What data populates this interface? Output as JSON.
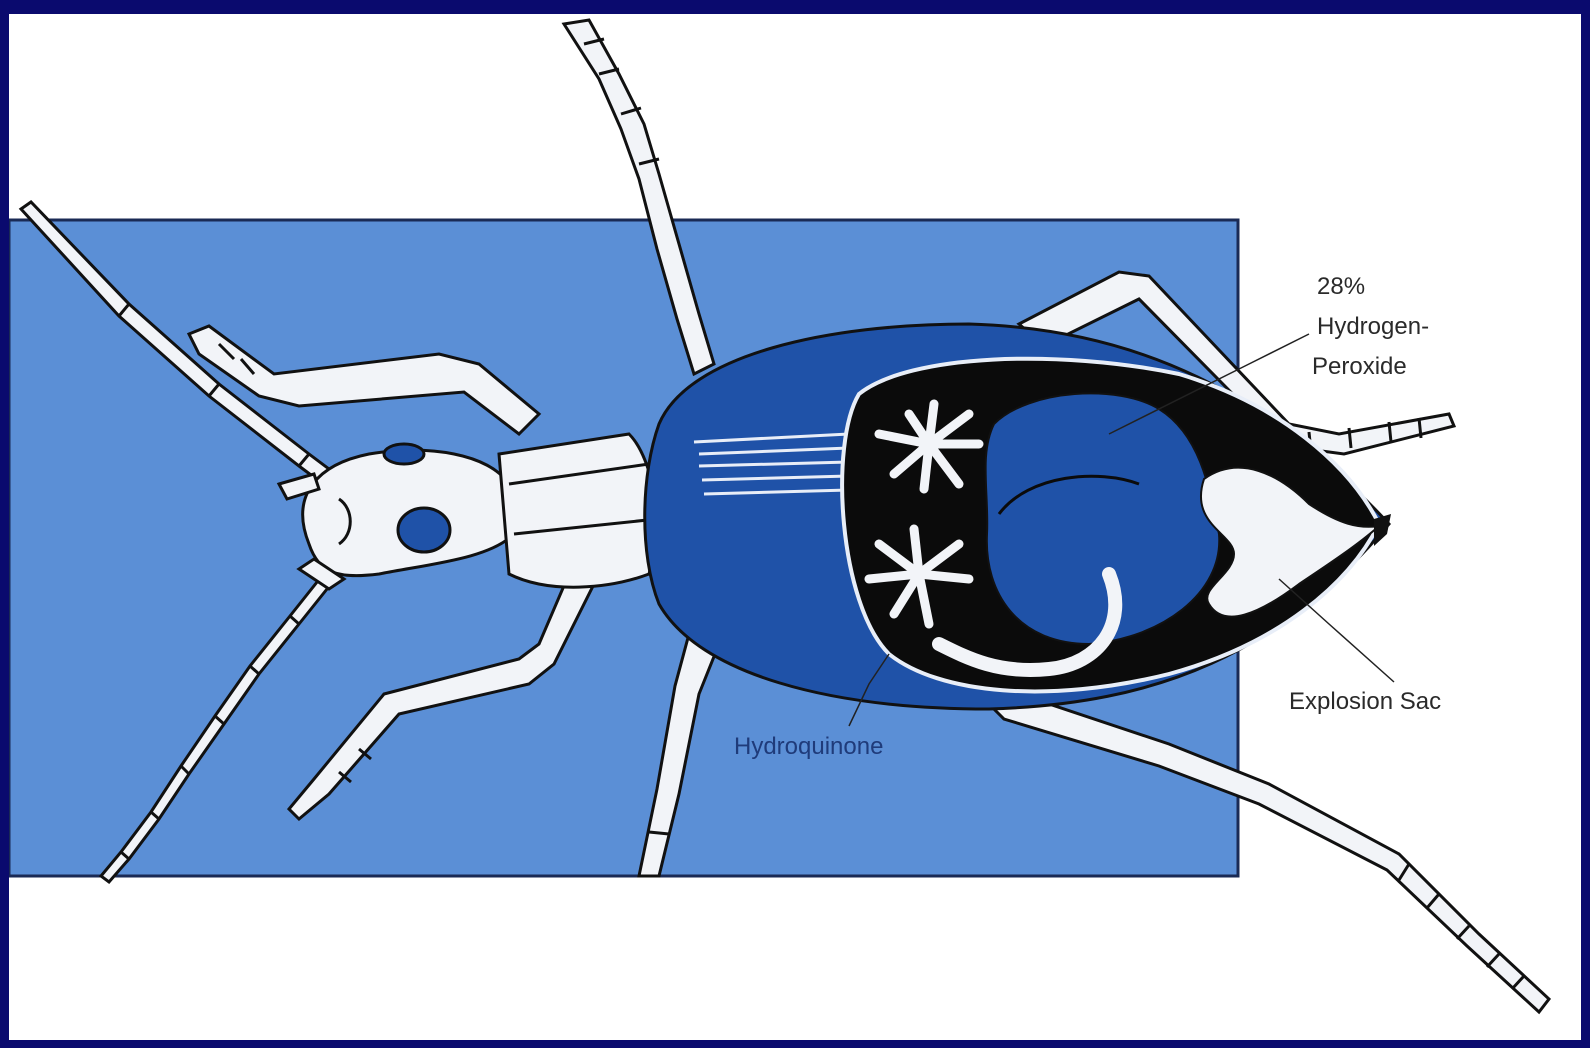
{
  "labels": {
    "peroxide_percent": "28%",
    "peroxide_line1": "Hydrogen-",
    "peroxide_line2": "Peroxide",
    "explosion_sac": "Explosion Sac",
    "hydroquinone": "Hydroquinone"
  },
  "colors": {
    "slide_background": "#0a0a6e",
    "panel_blue": "#5b8fd6",
    "body_blue": "#1f52a8",
    "outline": "#111111",
    "limb_fill": "#f2f4f8"
  }
}
